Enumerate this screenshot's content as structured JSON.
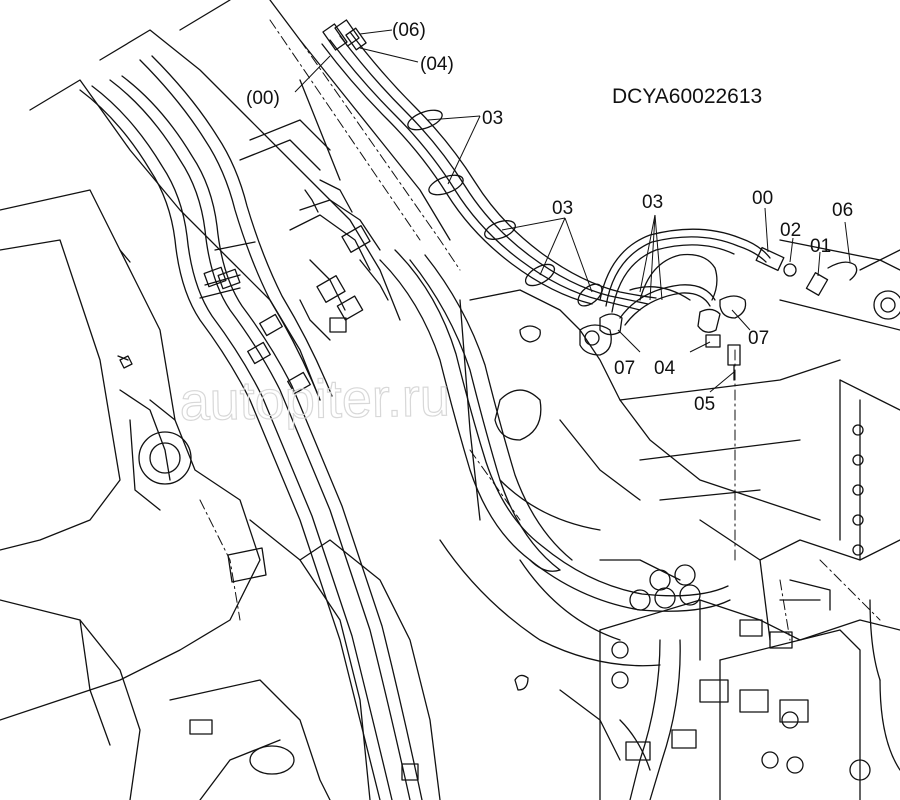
{
  "drawing_code": "DCYA60022613",
  "watermark": "autopiter.ru",
  "callouts": {
    "c06_paren": "(06)",
    "c04_paren": "(04)",
    "c00_paren": "(00)",
    "c03_top": "03",
    "c03_mid": "03",
    "c03_right": "03",
    "c00": "00",
    "c02": "02",
    "c01": "01",
    "c06": "06",
    "c07_right": "07",
    "c07_low": "07",
    "c04": "04",
    "c05": "05"
  },
  "colors": {
    "ink": "#111111",
    "watermark": "#d8d8d8"
  }
}
